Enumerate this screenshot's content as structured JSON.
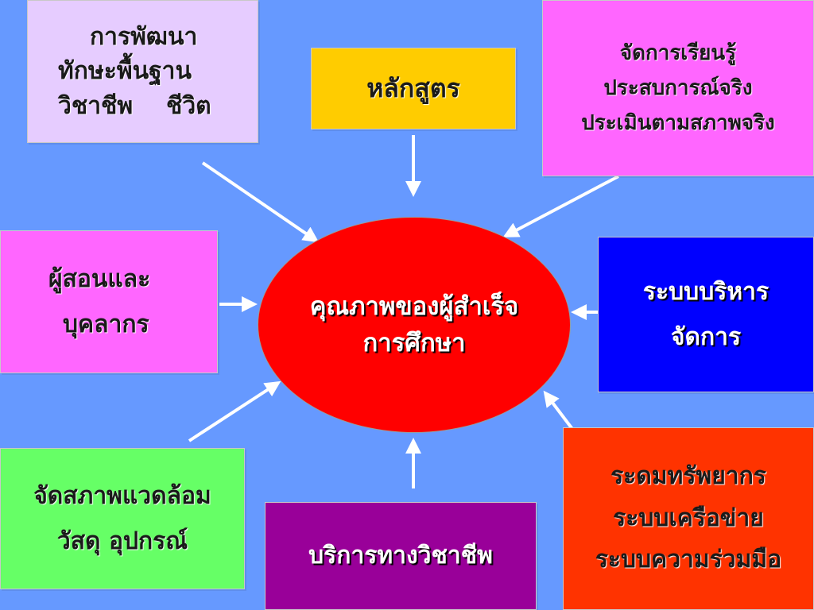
{
  "center": {
    "lines": [
      "คุณภาพของผู้สำเร็จ",
      "การศึกษา"
    ]
  },
  "boxes": {
    "skills": {
      "lines": [
        "การพัฒนา",
        "ทักษะพื้นฐาน",
        "วิชาชีพ    ชีวิต"
      ]
    },
    "curriculum": {
      "lines": [
        "หลักสูตร"
      ]
    },
    "learning": {
      "lines": [
        "จัดการเรียนรู้",
        "ประสบการณ์จริง",
        "ประเมินตามสภาพจริง"
      ]
    },
    "teachers": {
      "lines": [
        "ผู้สอนและ",
        "บุคลากร"
      ]
    },
    "management": {
      "lines": [
        "ระบบบริหาร",
        "จัดการ"
      ]
    },
    "environment": {
      "lines": [
        "จัดสภาพแวดล้อม",
        "วัสดุ อุปกรณ์"
      ]
    },
    "services": {
      "lines": [
        "บริการทางวิชาชีพ"
      ]
    },
    "resources": {
      "lines": [
        "ระดมทรัพยากร",
        "ระบบเครือข่าย",
        "ระบบความร่วมมือ"
      ]
    }
  },
  "colors": {
    "background": "#6699ff",
    "center": "#ff0000",
    "skills": "#e6ccff",
    "curriculum": "#ffcc00",
    "learning": "#ff66ff",
    "teachers": "#ff66ff",
    "management": "#0000ff",
    "environment": "#66ff66",
    "services": "#990099",
    "resources": "#ff3300",
    "arrow": "#ffffff"
  }
}
